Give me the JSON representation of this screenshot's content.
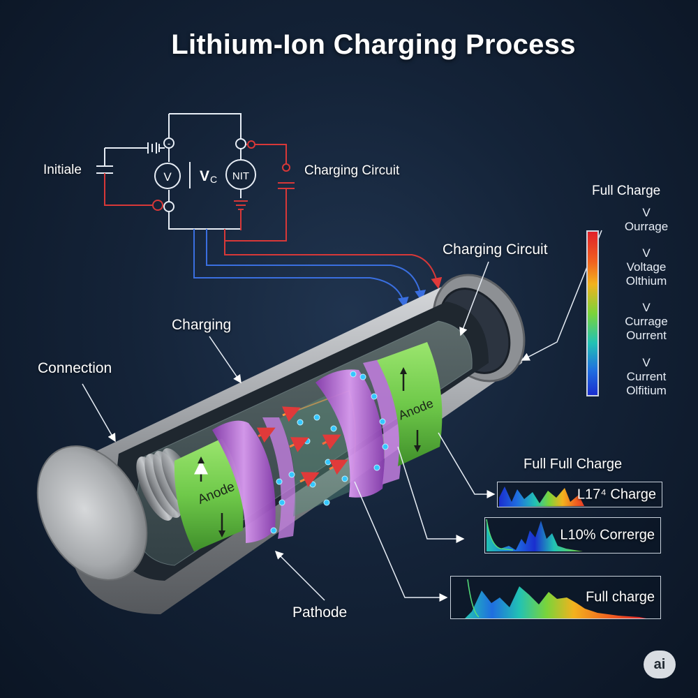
{
  "title": "Lithium-Ion Charging Process",
  "circuit": {
    "label_initial": "Initiale",
    "label_circuit": "Charging Circuit",
    "voltmeter": "V",
    "vc_main": "V",
    "vc_sub": "C",
    "nit": "NIT",
    "minus": "-"
  },
  "battery_labels": {
    "charging_circuit": "Charging Circuit",
    "charging": "Charging",
    "connection": "Connection",
    "pathode": "Pathode",
    "anode_left": "Anode",
    "anode_right": "Anode"
  },
  "legend": {
    "title": "Full Charge",
    "items": [
      {
        "line1": "V",
        "line2": "Ourrage",
        "line3": ""
      },
      {
        "line1": "V",
        "line2": "Voltage",
        "line3": "Olthium"
      },
      {
        "line1": "V",
        "line2": "Currage",
        "line3": "Ourrent"
      },
      {
        "line1": "V",
        "line2": "Current",
        "line3": "Olfitium"
      }
    ],
    "colors": [
      "#e0202a",
      "#f2b21e",
      "#7ad43a",
      "#22c2b4",
      "#1a2ecf"
    ]
  },
  "spectra": {
    "heading": "Full Full Charge",
    "panels": [
      {
        "label": "L17⁴ Charge"
      },
      {
        "label": "L10% Correrge"
      },
      {
        "label": "Full charge"
      }
    ]
  },
  "logo": "ai",
  "colors": {
    "wire_red": "#d83838",
    "wire_blue": "#3a6fe0",
    "anode_green": "#6fc94a",
    "separator_purple": "#b36ad6"
  }
}
